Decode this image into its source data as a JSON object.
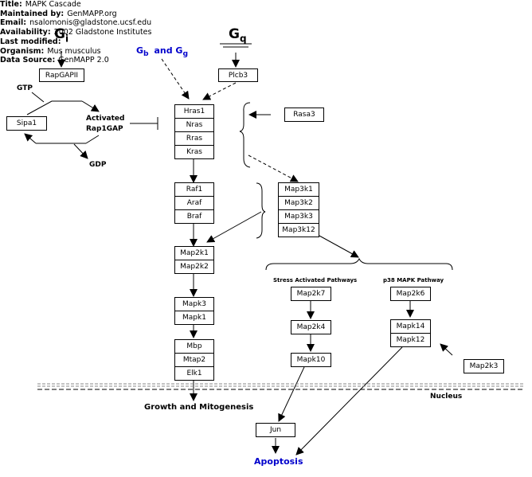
{
  "info": {
    "title_key": "Title:",
    "title": "MAPK Cascade",
    "maintained_key": "Maintained by:",
    "maintained": "GenMAPP.org",
    "email_key": "Email:",
    "email": "nsalomonis@gladstone.ucsf.edu",
    "availability_key": "Availability:",
    "availability": "2002 Gladstone Institutes",
    "modified_key": "Last modified:",
    "modified": "",
    "organism_key": "Organism:",
    "organism": "Mus musculus",
    "source_key": "Data Source:",
    "source": "GenMAPP 2.0"
  },
  "labels": {
    "gi_main": "G",
    "gi_sub": "i",
    "gq_main": "G",
    "gq_sub": "q",
    "gbg_g1": "G",
    "gbg_b": "b",
    "gbg_and": "and G",
    "gbg_g": "g",
    "gtp": "GTP",
    "gdp": "GDP",
    "activated_line1": "Activated",
    "activated_line2": "Rap1GAP",
    "stress_pathways": "Stress Activated Pathways",
    "p38_pathway": "p38 MAPK Pathway",
    "nucleus": "Nucleus",
    "growth": "Growth and Mitogenesis",
    "apoptosis": "Apoptosis"
  },
  "genes": {
    "rapgapii": "RapGAPII",
    "plcb3": "Plcb3",
    "sipa1": "Sipa1",
    "rasa3": "Rasa3",
    "hras1": "Hras1",
    "nras": "Nras",
    "rras": "Rras",
    "kras": "Kras",
    "raf1": "Raf1",
    "araf": "Araf",
    "braf": "Braf",
    "map3k1": "Map3k1",
    "map3k2": "Map3k2",
    "map3k3": "Map3k3",
    "map3k12": "Map3k12",
    "map2k1": "Map2k1",
    "map2k2": "Map2k2",
    "mapk3": "Mapk3",
    "mapk1": "Mapk1",
    "mbp": "Mbp",
    "mtap2": "Mtap2",
    "elk1": "Elk1",
    "map2k7": "Map2k7",
    "map2k4": "Map2k4",
    "mapk10": "Mapk10",
    "map2k6": "Map2k6",
    "mapk14": "Mapk14",
    "mapk12": "Mapk12",
    "map2k3": "Map2k3",
    "jun": "Jun"
  },
  "colors": {
    "blue_label": "#0000cc",
    "line": "#000000",
    "membrane": "#888888"
  }
}
